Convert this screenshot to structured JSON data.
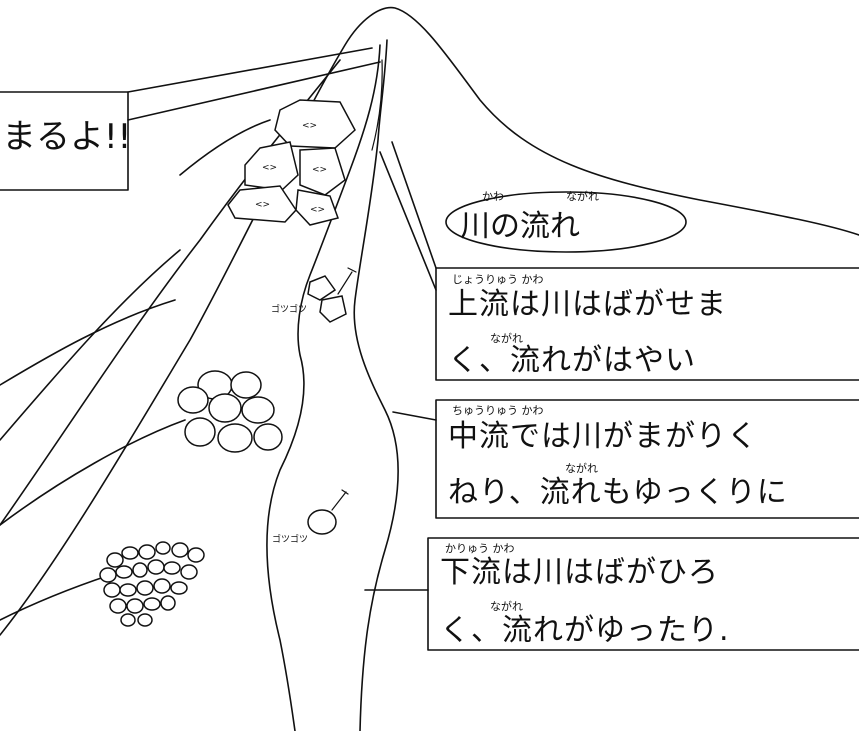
{
  "callout_top": {
    "text": "まるよ!!"
  },
  "title_box": {
    "ruby_kawa": "かわ",
    "ruby_nagare": "ながれ",
    "text": "川の流れ"
  },
  "upper": {
    "ruby_line1": "じょうりゅう  かわ",
    "line1": "上流は川はばがせま",
    "ruby_line2": "ながれ",
    "line2": "く、流れがはやい"
  },
  "middle": {
    "ruby_line1": "ちゅうりゅう  かわ",
    "line1": "中流では川がまがりく",
    "ruby_line2": "ながれ",
    "line2": "ねり、流れもゆっくりに"
  },
  "lower": {
    "ruby_line1": "かりゅう  かわ",
    "line1": "下流は川はばがひろ",
    "ruby_line2": "ながれ",
    "line2": "く、流れがゆったり."
  },
  "small_labels": {
    "rock_label_1": "ゴツゴツ",
    "rock_label_2": "ゴツゴツ",
    "rock_glyph": "<>"
  }
}
